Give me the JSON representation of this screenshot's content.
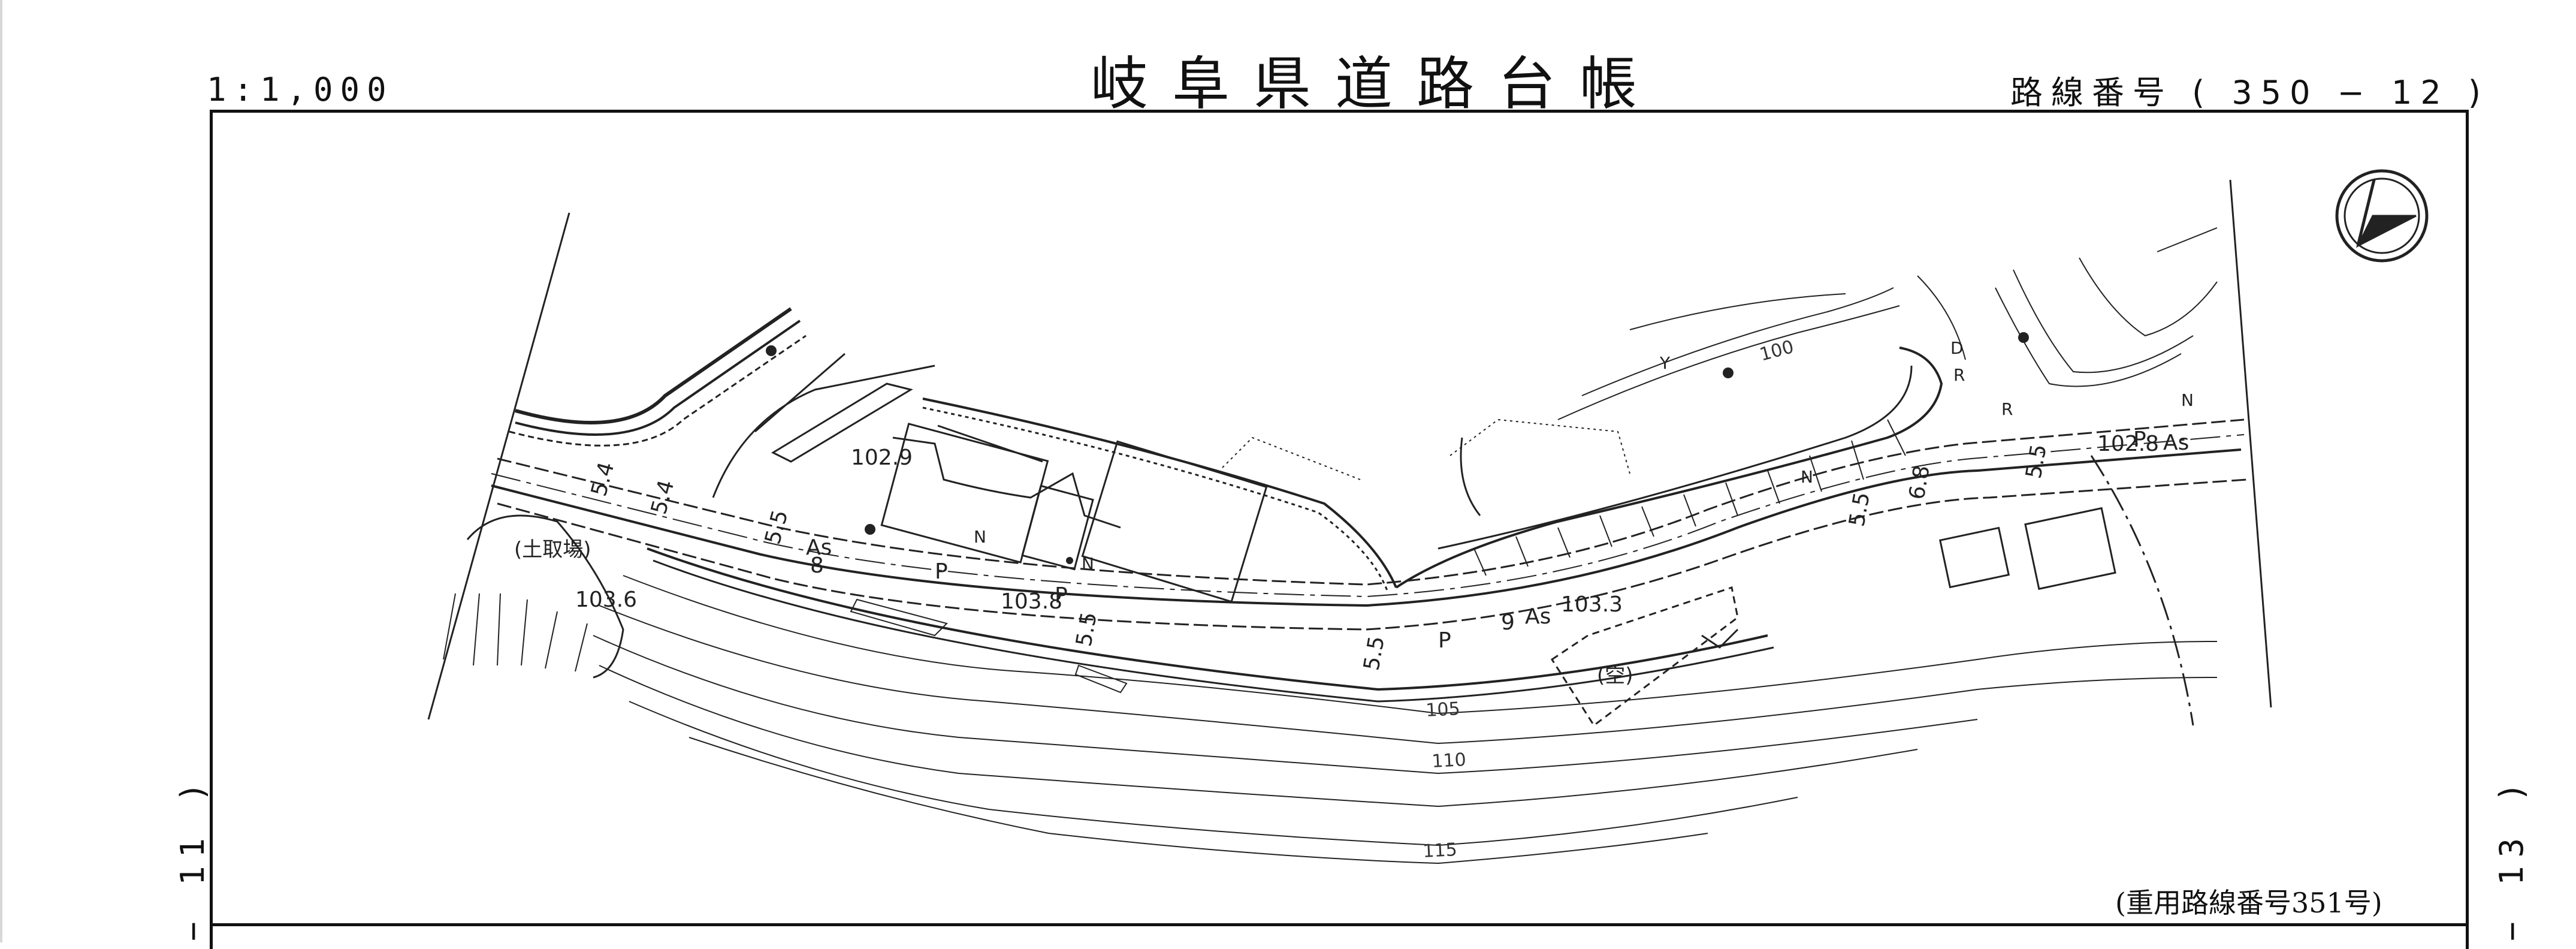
{
  "header": {
    "scale": "1:1,000",
    "title": "岐阜県道路台帳",
    "route_label": "路線番号",
    "route_number": "( 350 − 12 )"
  },
  "side_labels": {
    "left": "− 11 )",
    "right": "− 13 )"
  },
  "footer_note": "(重用路線番号351号)",
  "map": {
    "north_arrow": "north-arrow-icon",
    "spot_elevations": [
      "102.9",
      "103.8",
      "103.3",
      "102.8",
      "103.6"
    ],
    "contour_labels": [
      "100",
      "105",
      "110",
      "115"
    ],
    "place_labels": [
      "(土取場)",
      "(空)"
    ],
    "road_widths": [
      "5.4",
      "5.4",
      "5.5",
      "5.5",
      "5.5",
      "5.5",
      "6.8",
      "5.5"
    ],
    "station_numbers": [
      "8",
      "9"
    ],
    "pavement_codes": [
      "As",
      "As",
      "As",
      "P",
      "P",
      "P",
      "P"
    ],
    "facility_codes": [
      "N",
      "N",
      "N",
      "N",
      "D",
      "R",
      "R",
      "Y"
    ]
  }
}
